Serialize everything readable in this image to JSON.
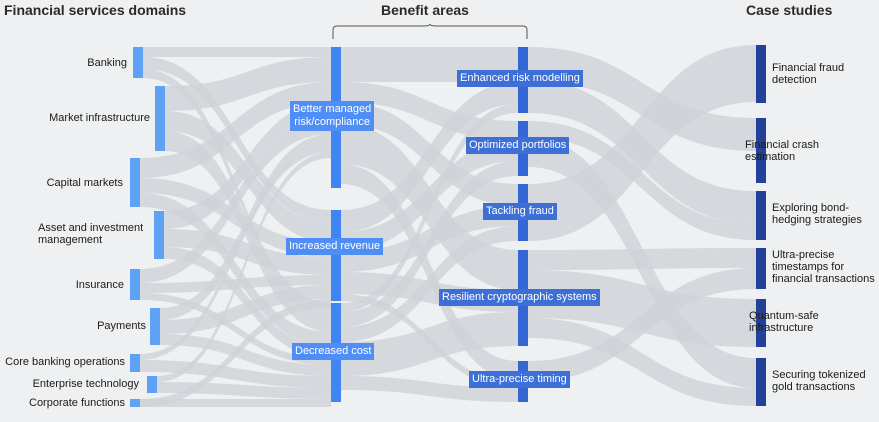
{
  "headers": {
    "domains": "Financial services domains",
    "benefits": "Benefit areas",
    "cases": "Case studies"
  },
  "colors": {
    "background": "#eff0f1",
    "flow": "#cfd2d8",
    "domain_node": "#5ea2f6",
    "benefit_node": "#3f85f4",
    "benefit2_node": "#3467d4",
    "case_node": "#22429a"
  },
  "domains": [
    "Banking",
    "Market infrastructure",
    "Capital markets",
    "Asset and investment\nmanagement",
    "Insurance",
    "Payments",
    "Core banking operations",
    "Enterprise technology",
    "Corporate functions"
  ],
  "benefits": [
    "Better managed\nrisk/compliance",
    "Increased revenue",
    "Decreased cost"
  ],
  "benefits2": [
    "Enhanced risk modelling",
    "Optimized portfolios",
    "Tackling fraud",
    "Resilient cryptographic systems",
    "Ultra-precise timing"
  ],
  "cases": [
    "Financial fraud\ndetection",
    "Financial crash\nestimation",
    "Exploring bond-\nhedging strategies",
    "Ultra-precise\ntimestamps for\nfinancial transactions",
    "Quantum-safe\ninfrastructure",
    "Securing tokenized\ngold transactions"
  ]
}
